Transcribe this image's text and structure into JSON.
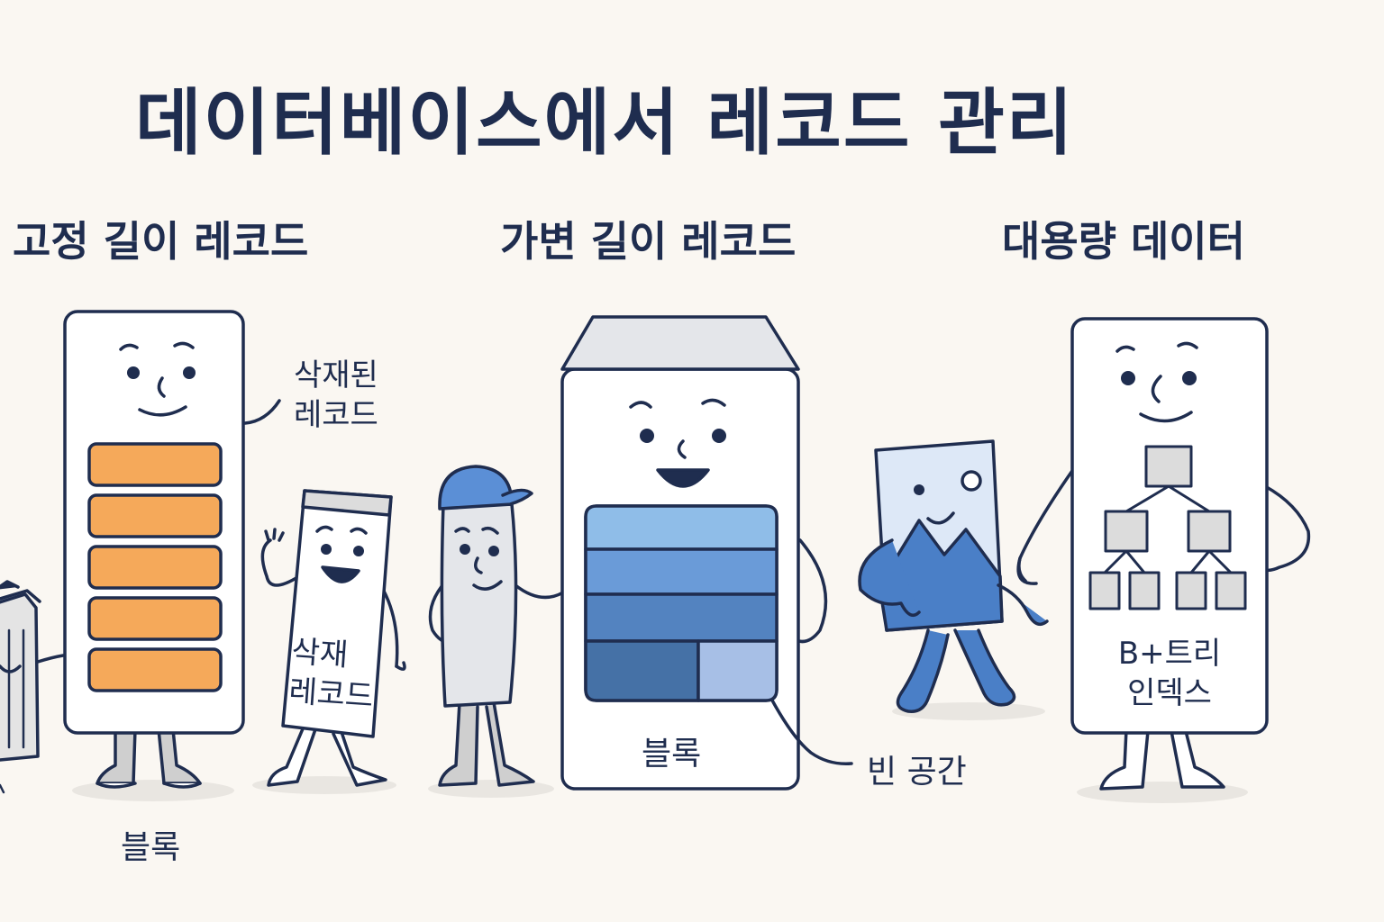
{
  "title": "데이터베이스에서 레코드 관리",
  "sections": {
    "fixed": {
      "heading": "고정 길이 레코드",
      "deleted_callout": [
        "삭재된",
        "레코드"
      ],
      "character_label": [
        "삭재",
        "레코드"
      ],
      "block_label": "블록",
      "record_slots": 5
    },
    "variable": {
      "heading": "가변 길이 레코드",
      "block_label": "블록",
      "free_space_label": "빈 공간"
    },
    "large": {
      "heading": "대용량 데이터",
      "index_label": [
        "B+트리",
        "인덱스"
      ]
    }
  },
  "colors": {
    "ink": "#1f2d4f",
    "background": "#faf7f2",
    "fixed_record": "#f5a95a",
    "variable_band_1": "#8fbde8",
    "variable_band_2": "#6a9bd8",
    "variable_band_3": "#5383c0",
    "variable_band_4": "#4571a6",
    "free_space": "#a7bfe6",
    "tree_node": "#dcdcdc",
    "character_blue": "#4a7fc7",
    "cap_blue": "#5b8fd6"
  },
  "icons": [
    "trash-can-character",
    "fixed-block-character",
    "deleted-record-character",
    "cap-record-character",
    "variable-block-character",
    "image-blob-character",
    "index-block-character"
  ]
}
